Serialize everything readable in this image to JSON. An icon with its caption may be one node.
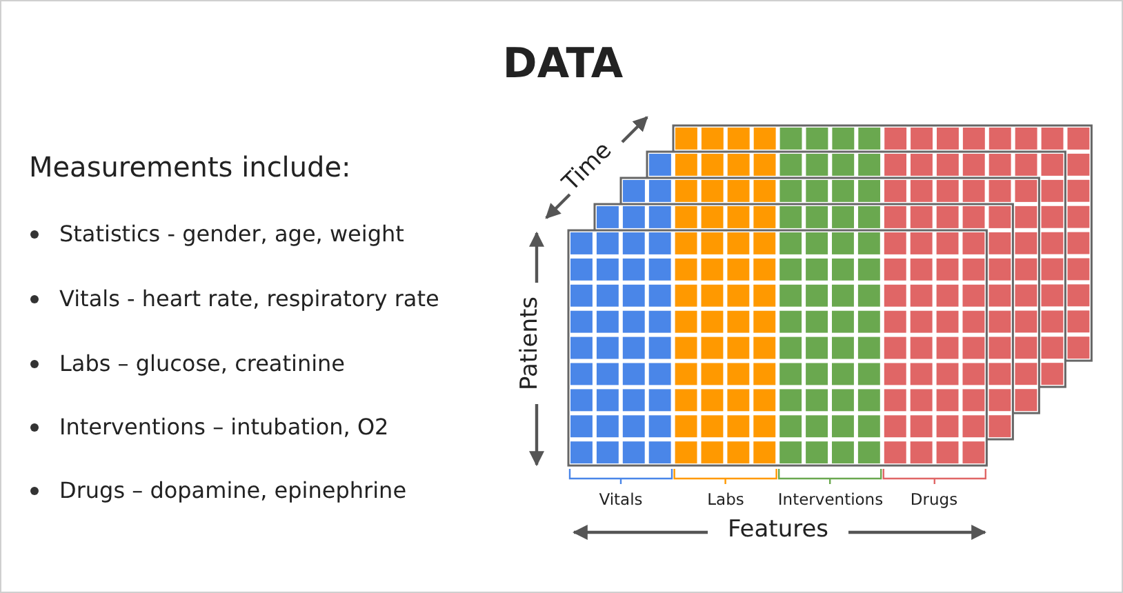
{
  "diagram": {
    "title": "DATA",
    "labels": [
      "Measurements include:",
      "Statistics - gender, age, weight",
      "Vitals - heart rate, respiratory rate",
      "Labs – glucose, creatinine",
      "Interventions – intubation, O2",
      "Drugs – dopamine, epinephrine",
      "Time",
      "Patients",
      "Vitals",
      "Labs",
      "Interventions",
      "Drugs",
      "Features"
    ]
  }
}
